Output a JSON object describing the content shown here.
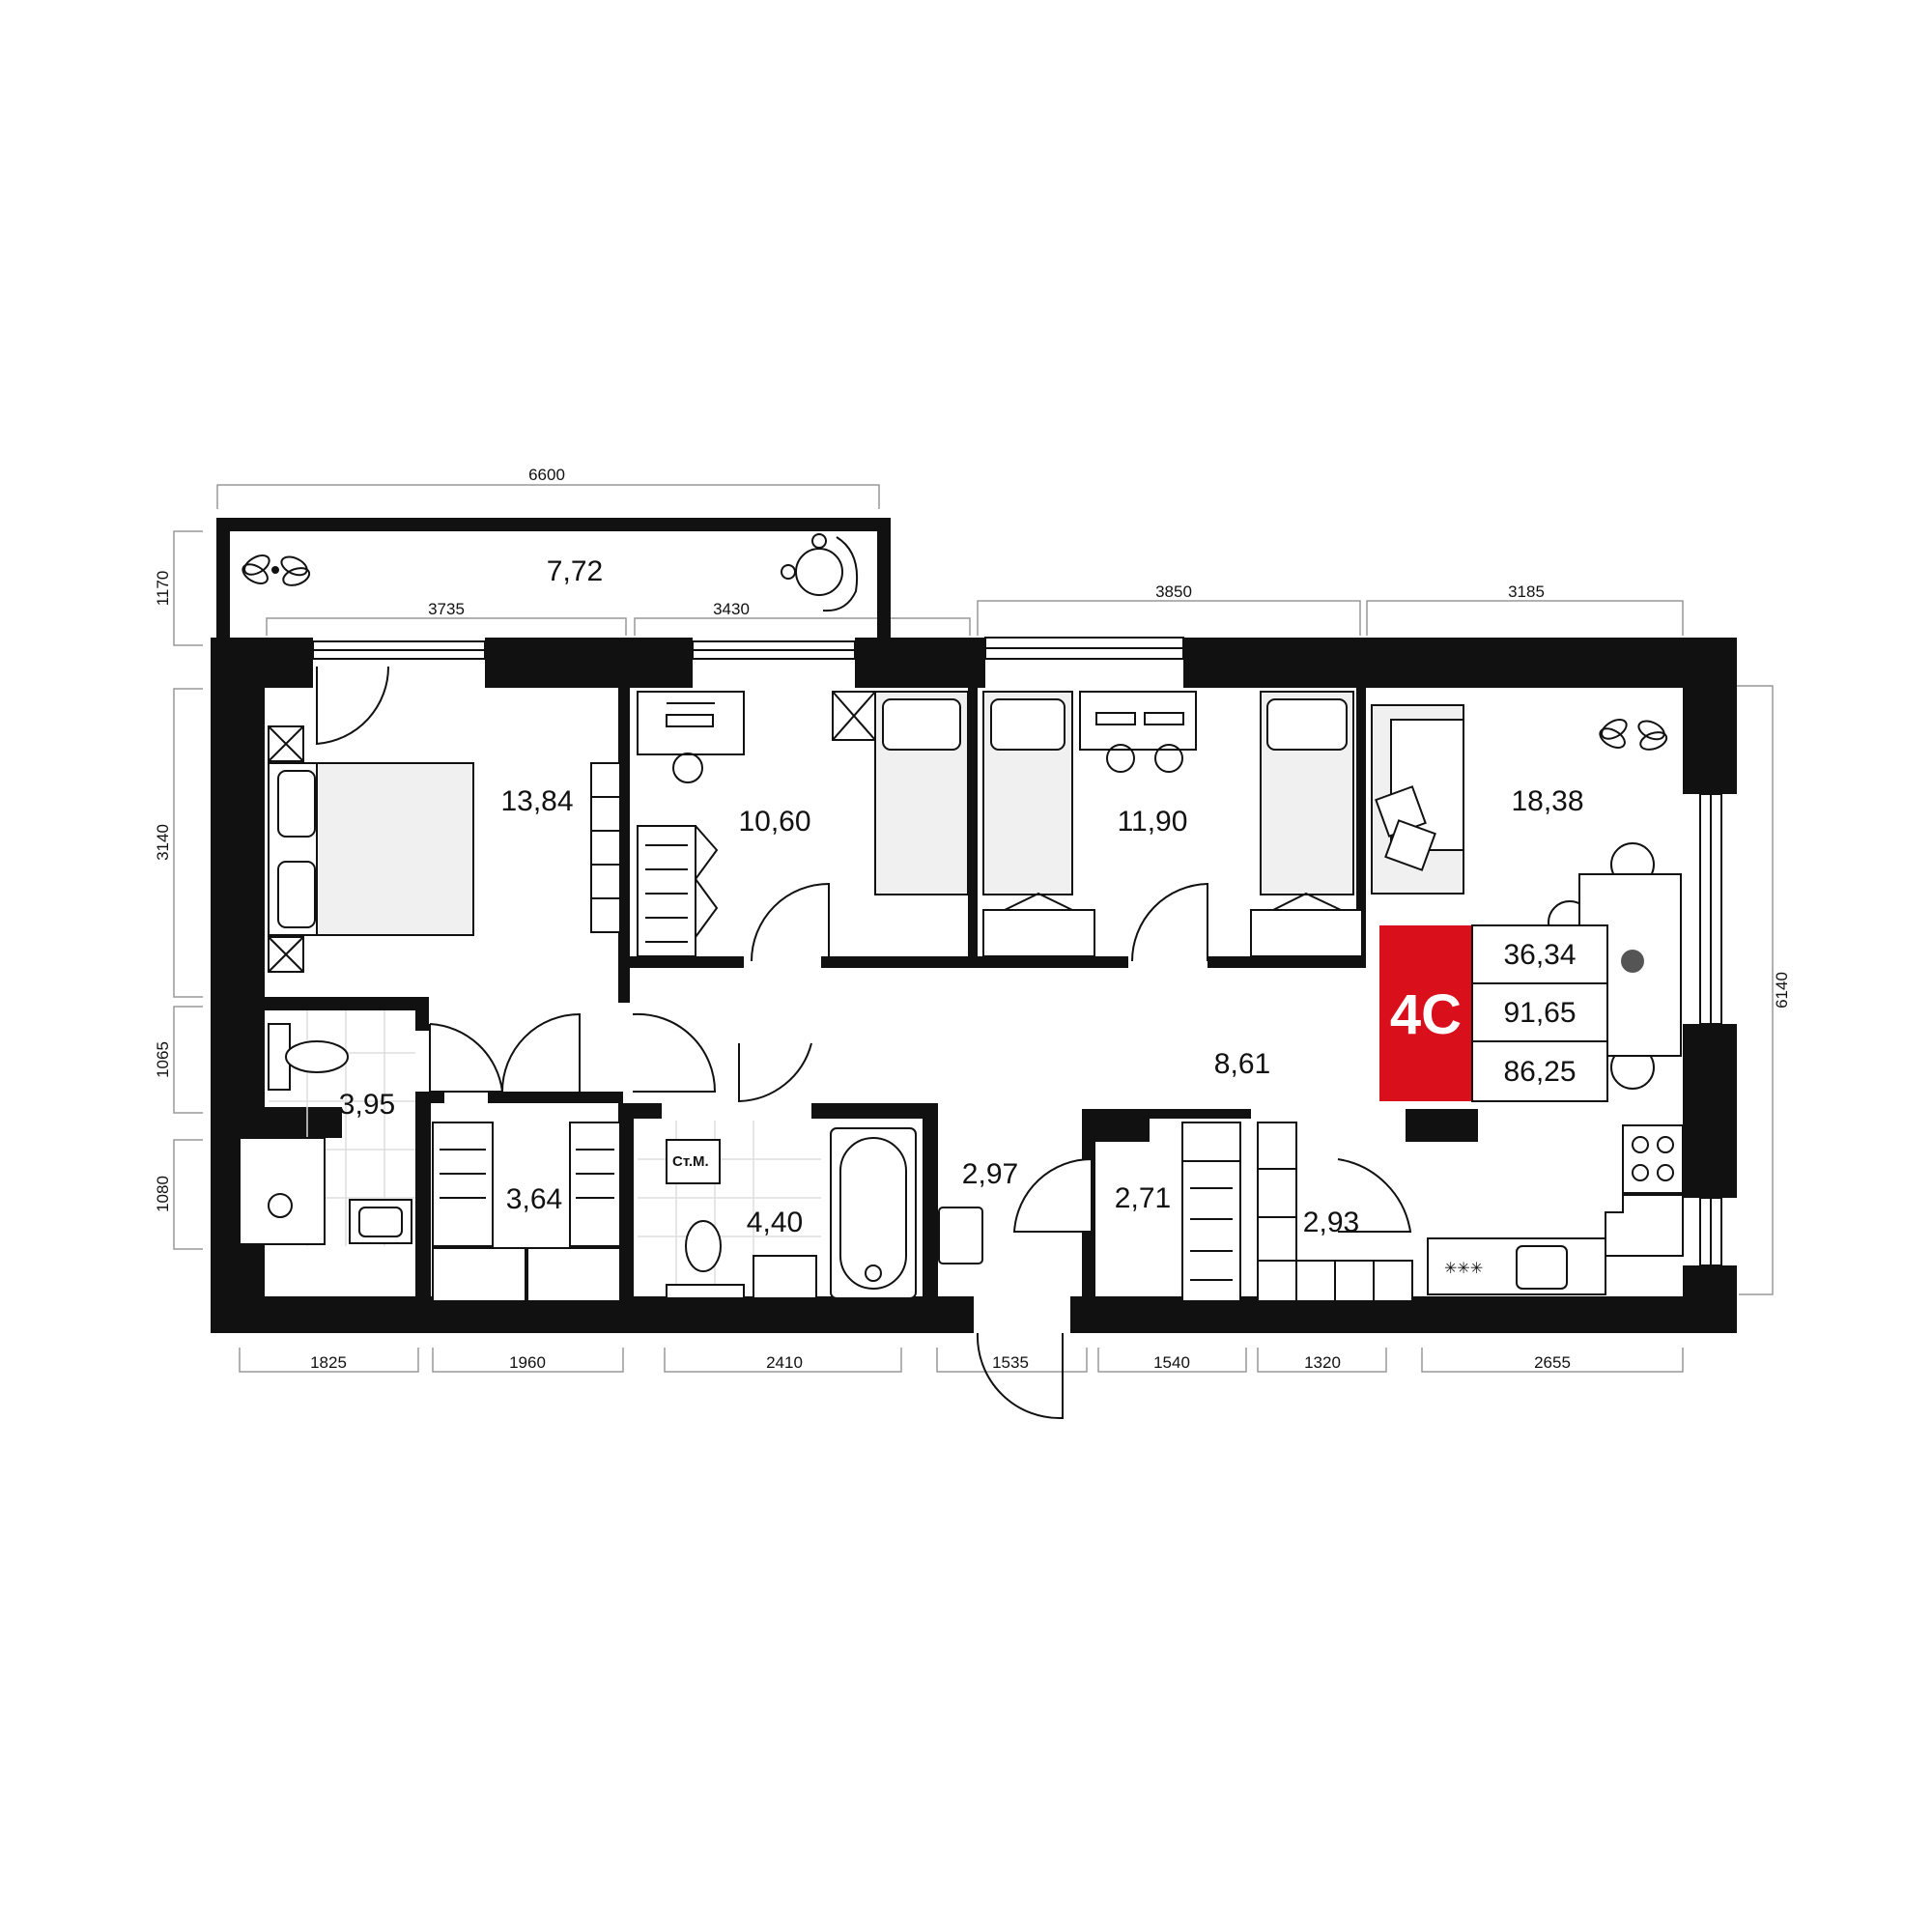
{
  "apartment": {
    "type_label": "4С",
    "summary": [
      "36,34",
      "91,65",
      "86,25"
    ],
    "badge_color": "#d9101c"
  },
  "rooms": {
    "balcony": "7,72",
    "bedroom_main": "13,84",
    "bedroom_2": "10,60",
    "bedroom_3": "11,90",
    "kitchen_living": "18,38",
    "hallway": "8,61",
    "bathroom_1": "3,95",
    "dressing": "3,64",
    "bathroom_2": "4,40",
    "entry": "2,97",
    "storage_1": "2,71",
    "storage_2": "2,93"
  },
  "labels": {
    "washer": "Ст.М.",
    "stove_icon": "✳✳✳"
  },
  "dimensions": {
    "top": [
      "6600",
      "3735",
      "3430",
      "3850",
      "3185"
    ],
    "left": [
      "1170",
      "3140",
      "1065",
      "1080"
    ],
    "right": [
      "6140"
    ],
    "bottom": [
      "1825",
      "1960",
      "2410",
      "1535",
      "1540",
      "1320",
      "2655"
    ]
  }
}
